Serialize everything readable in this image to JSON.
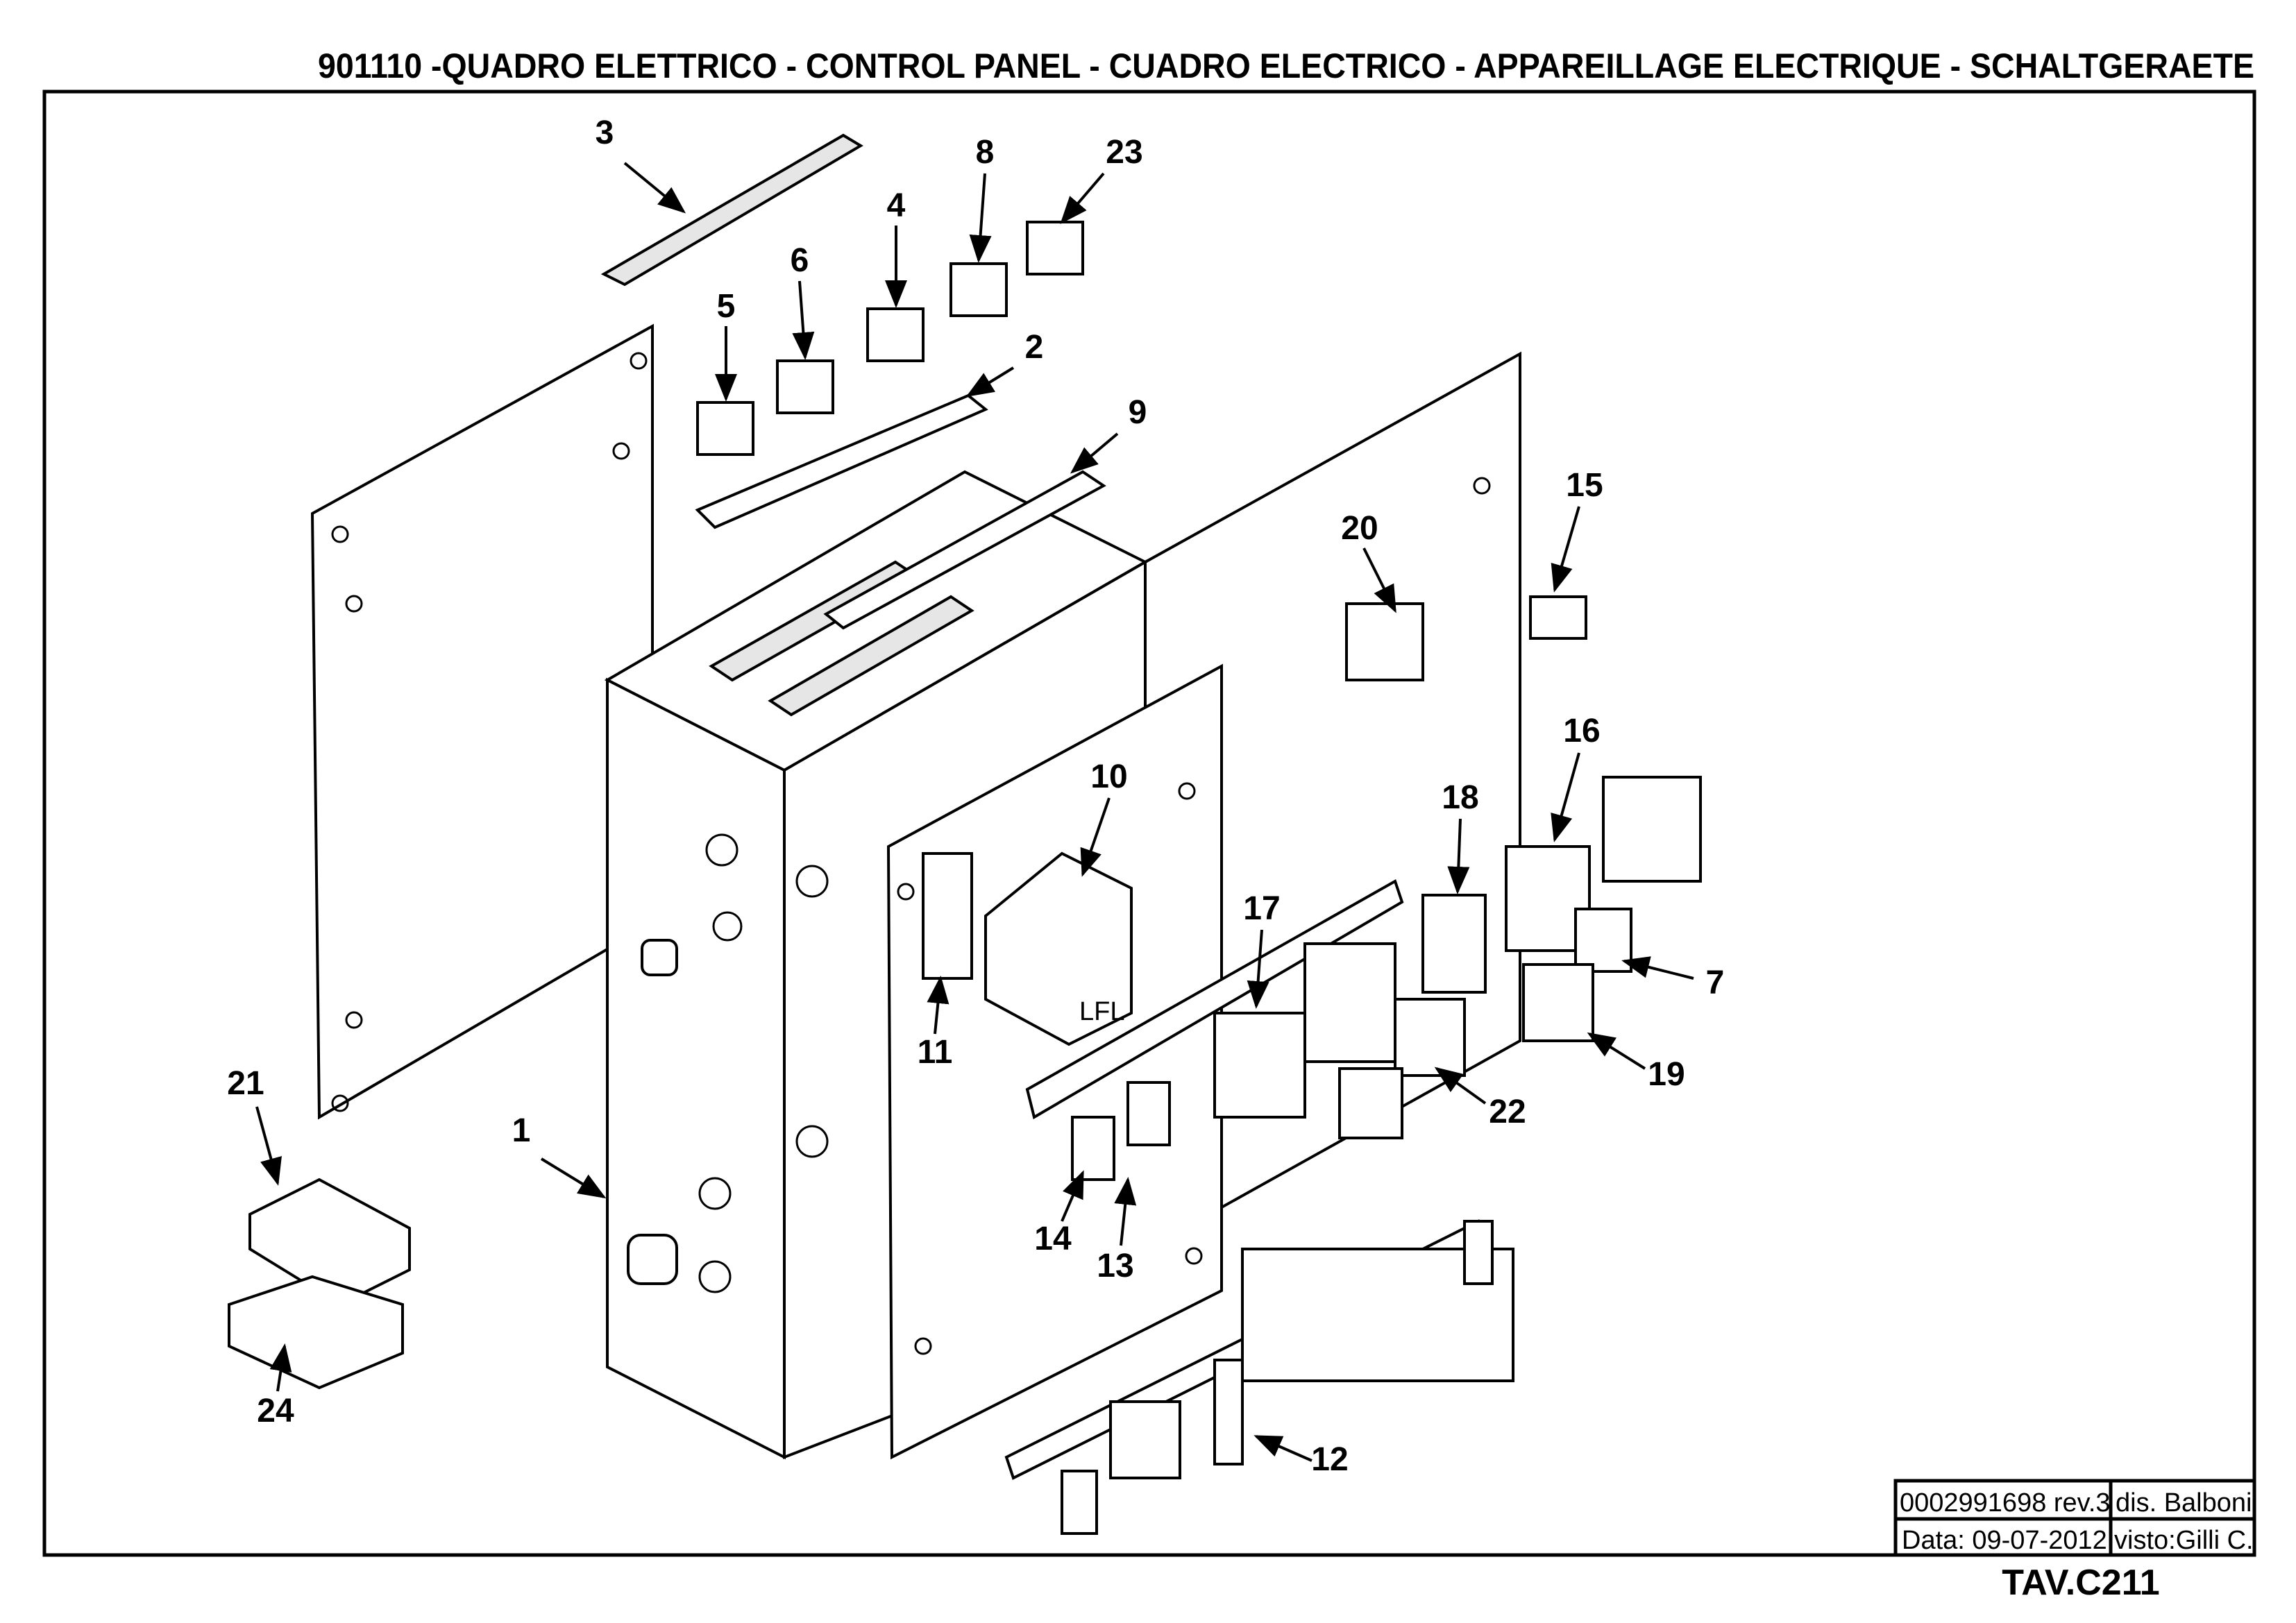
{
  "header": {
    "title": "901110 -QUADRO ELETTRICO - CONTROL PANEL - CUADRO ELECTRICO - APPAREILLAGE ELECTRIQUE - SCHALTGERAETE"
  },
  "title_block": {
    "doc_number": "0002991698 rev.3",
    "drawn_by": "dis. Balboni",
    "date": "Data: 09-07-2012",
    "checked_by": "visto:Gilli C."
  },
  "sheet_id": "TAV.C211",
  "callouts": [
    {
      "label": "1"
    },
    {
      "label": "2"
    },
    {
      "label": "3"
    },
    {
      "label": "4"
    },
    {
      "label": "5"
    },
    {
      "label": "6"
    },
    {
      "label": "7"
    },
    {
      "label": "8"
    },
    {
      "label": "9"
    },
    {
      "label": "10"
    },
    {
      "label": "11"
    },
    {
      "label": "12"
    },
    {
      "label": "13"
    },
    {
      "label": "14"
    },
    {
      "label": "15"
    },
    {
      "label": "16"
    },
    {
      "label": "17"
    },
    {
      "label": "18"
    },
    {
      "label": "19"
    },
    {
      "label": "20"
    },
    {
      "label": "21"
    },
    {
      "label": "22"
    },
    {
      "label": "23"
    },
    {
      "label": "24"
    }
  ],
  "component_marks": {
    "relay_logo": "LFL"
  }
}
